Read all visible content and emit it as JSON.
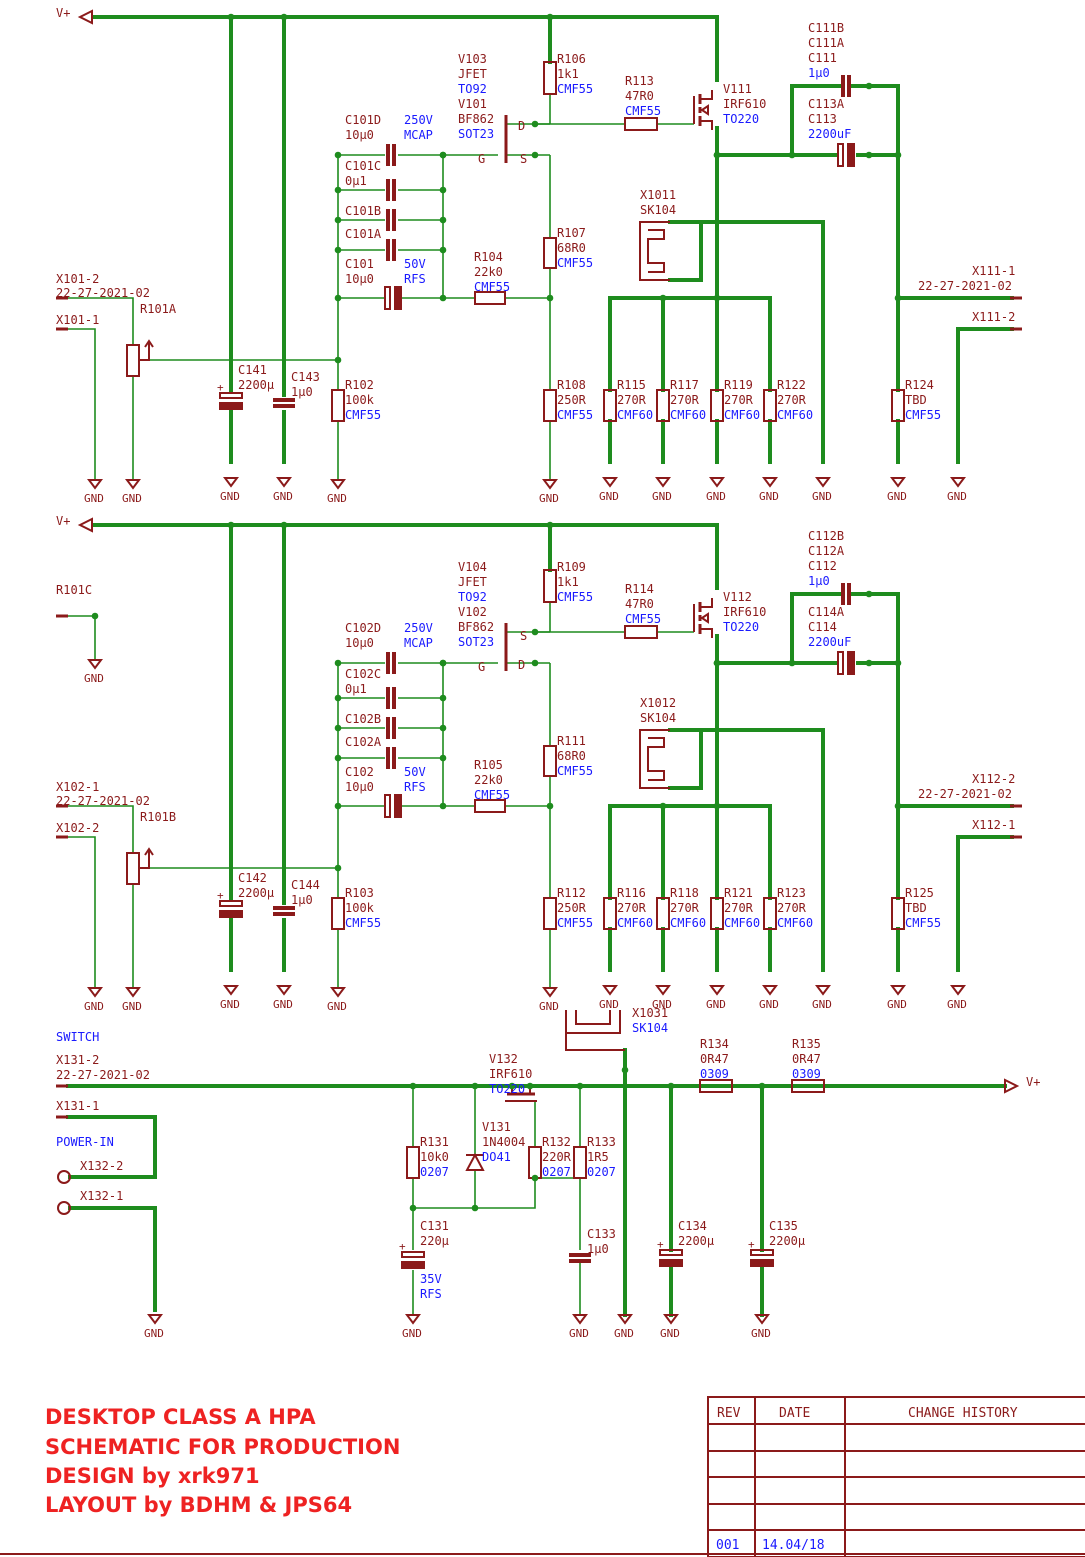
{
  "colors": {
    "wire": "#1e8c1e",
    "part": "#8b1a1a",
    "value": "#1a1aff",
    "title": "#ee2222"
  },
  "title_lines": [
    "DESKTOP CLASS A HPA",
    "SCHEMATIC FOR PRODUCTION",
    "DESIGN by xrk971",
    "LAYOUT by BDHM & JPS64"
  ],
  "history": {
    "h_rev": "REV",
    "h_date": "DATE",
    "h_change": "CHANGE HISTORY",
    "rev": "001",
    "date": "14.04/18"
  },
  "nets": {
    "vplus": "V+",
    "gnd": "GND",
    "switch": "SWITCH",
    "power_in": "POWER-IN"
  },
  "s1": {
    "x101_2": "X101-2",
    "x101_1": "X101-1",
    "date": "22-27-2021-02",
    "r101a": "R101A",
    "c141": [
      "C141",
      "2200µ"
    ],
    "c143": [
      "C143",
      "1µ0"
    ],
    "r102": [
      "R102",
      "100k",
      "CMF55"
    ],
    "c101d": [
      "C101D",
      "10µ0"
    ],
    "c101d_v": [
      "250V",
      "MCAP"
    ],
    "c101c": [
      "C101C",
      "0µ1"
    ],
    "c101b": "C101B",
    "c101a": "C101A",
    "c101": [
      "C101",
      "10µ0"
    ],
    "c101_v": [
      "50V",
      "RFS"
    ],
    "v103": [
      "V103",
      "JFET"
    ],
    "v103_p": "TO92",
    "v101": [
      "V101",
      "BF862"
    ],
    "v101_p": "SOT23",
    "pin_g": "G",
    "pin_d": "D",
    "pin_s": "S",
    "r106": [
      "R106",
      "1k1",
      "CMF55"
    ],
    "r107": [
      "R107",
      "68R0",
      "CMF55"
    ],
    "r104": [
      "R104",
      "22k0",
      "CMF55"
    ],
    "r108": [
      "R108",
      "250R",
      "CMF55"
    ],
    "r113": [
      "R113",
      "47R0",
      "CMF55"
    ],
    "v111": [
      "V111",
      "IRF610",
      "TO220"
    ],
    "x1011": [
      "X1011",
      "SK104"
    ],
    "r115": [
      "R115",
      "270R",
      "CMF60"
    ],
    "r117": [
      "R117",
      "270R",
      "CMF60"
    ],
    "r119": [
      "R119",
      "270R",
      "CMF60"
    ],
    "r122": [
      "R122",
      "270R",
      "CMF60"
    ],
    "c111b": [
      "C111B",
      "C111A",
      "C111",
      "1µ0"
    ],
    "c113": [
      "C113A",
      "C113",
      "2200uF"
    ],
    "r124": [
      "R124",
      "TBD",
      "CMF55"
    ],
    "x111_1": "X111-1",
    "x111_2": "X111-2"
  },
  "s2": {
    "r101c": "R101C",
    "x102_1": "X102-1",
    "x102_2": "X102-2",
    "date": "22-27-2021-02",
    "r101b": "R101B",
    "c142": [
      "C142",
      "2200µ"
    ],
    "c144": [
      "C144",
      "1µ0"
    ],
    "r103": [
      "R103",
      "100k",
      "CMF55"
    ],
    "c102d": [
      "C102D",
      "10µ0"
    ],
    "c102d_v": [
      "250V",
      "MCAP"
    ],
    "c102c": [
      "C102C",
      "0µ1"
    ],
    "c102b": "C102B",
    "c102a": "C102A",
    "c102": [
      "C102",
      "10µ0"
    ],
    "c102_v": [
      "50V",
      "RFS"
    ],
    "v104": [
      "V104",
      "JFET"
    ],
    "v104_p": "TO92",
    "v102": [
      "V102",
      "BF862"
    ],
    "v102_p": "SOT23",
    "r109": [
      "R109",
      "1k1",
      "CMF55"
    ],
    "r111": [
      "R111",
      "68R0",
      "CMF55"
    ],
    "r105": [
      "R105",
      "22k0",
      "CMF55"
    ],
    "r112": [
      "R112",
      "250R",
      "CMF55"
    ],
    "r114": [
      "R114",
      "47R0",
      "CMF55"
    ],
    "v112": [
      "V112",
      "IRF610",
      "TO220"
    ],
    "x1012": [
      "X1012",
      "SK104"
    ],
    "r116": [
      "R116",
      "270R",
      "CMF60"
    ],
    "r118": [
      "R118",
      "270R",
      "CMF60"
    ],
    "r121": [
      "R121",
      "270R",
      "CMF60"
    ],
    "r123": [
      "R123",
      "270R",
      "CMF60"
    ],
    "c112b": [
      "C112B",
      "C112A",
      "C112",
      "1µ0"
    ],
    "c114": [
      "C114A",
      "C114",
      "2200uF"
    ],
    "r125": [
      "R125",
      "TBD",
      "CMF55"
    ],
    "x112_2": "X112-2",
    "x112_1": "X112-1"
  },
  "s3": {
    "x131_2": "X131-2",
    "date": "22-27-2021-02",
    "x131_1": "X131-1",
    "x132_2": "X132-2",
    "x132_1": "X132-1",
    "v132": [
      "V132",
      "IRF610",
      "TO220"
    ],
    "x1031": [
      "X1031",
      "SK104"
    ],
    "v131": [
      "V131",
      "1N4004",
      "DO41"
    ],
    "r131": [
      "R131",
      "10k0",
      "0207"
    ],
    "r132": [
      "R132",
      "220R",
      "0207"
    ],
    "r133": [
      "R133",
      "1R5",
      "0207"
    ],
    "r134": [
      "R134",
      "0R47",
      "0309"
    ],
    "r135": [
      "R135",
      "0R47",
      "0309"
    ],
    "c131": [
      "C131",
      "220µ"
    ],
    "c131_v": [
      "35V",
      "RFS"
    ],
    "c133": [
      "C133",
      "1µ0"
    ],
    "c134": [
      "C134",
      "2200µ"
    ],
    "c135": [
      "C135",
      "2200µ"
    ]
  }
}
